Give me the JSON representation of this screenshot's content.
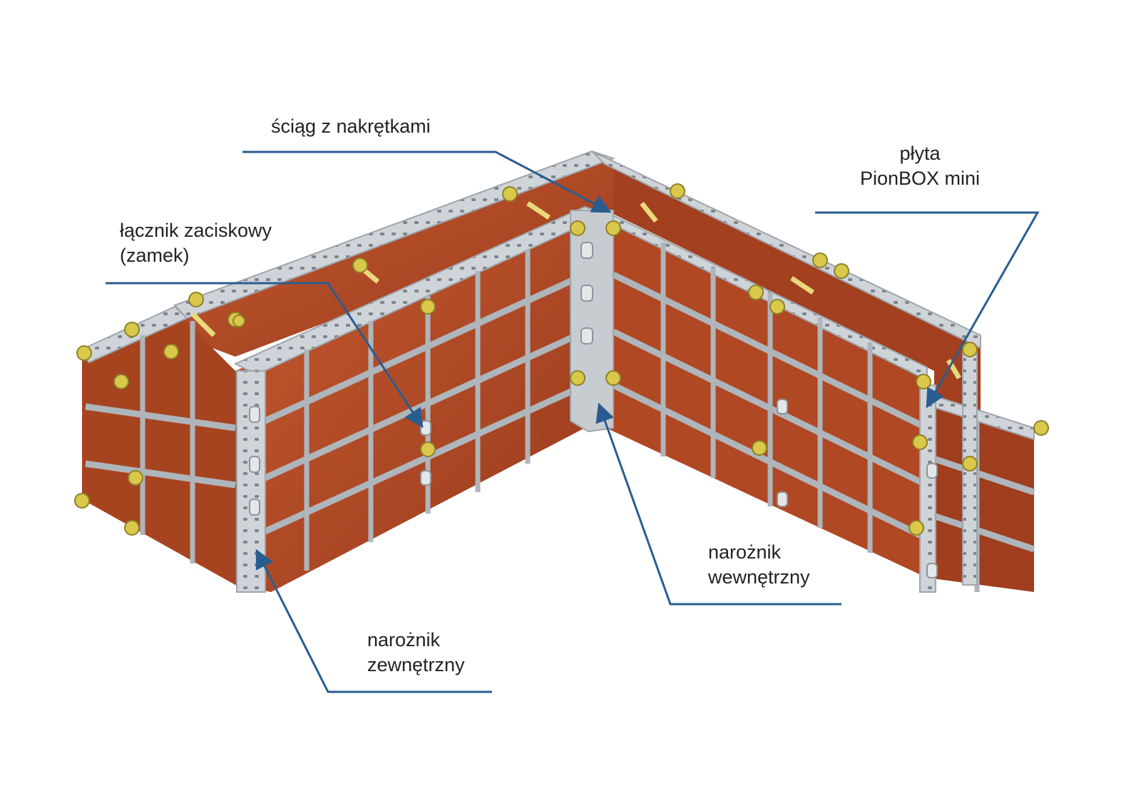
{
  "labels": {
    "tie_rod": {
      "line1": "ściąg z nakrętkami"
    },
    "panel": {
      "line1": "płyta",
      "line2": "PionBOX mini"
    },
    "clamp": {
      "line1": "łącznik zaciskowy",
      "line2": "(zamek)"
    },
    "inner_corner": {
      "line1": "narożnik",
      "line2": "wewnętrzny"
    },
    "outer_corner": {
      "line1": "narożnik",
      "line2": "zewnętrzny"
    }
  },
  "colors": {
    "panel_face": "#b84a26",
    "panel_face_dark": "#9a3a1c",
    "frame_steel": "#cfd4d9",
    "frame_shadow": "#9ea5ac",
    "clamp_yellow": "#d9c84a",
    "leader_line": "#2a5d8f",
    "background": "#ffffff"
  },
  "icons": [
    "formwork-illustration",
    "arrow-head-icon"
  ]
}
